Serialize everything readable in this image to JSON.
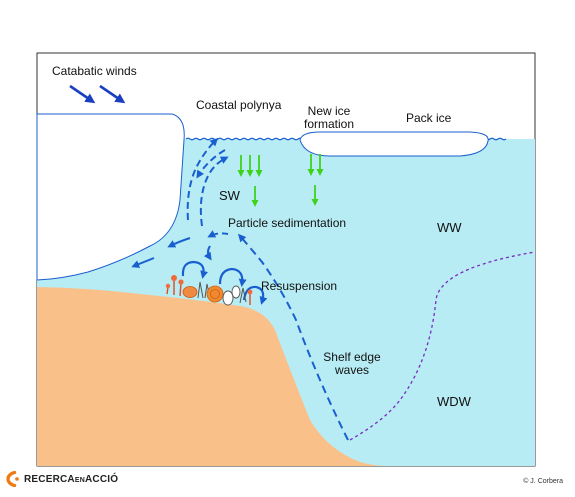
{
  "labels": {
    "catabatic_winds": "Catabatic winds",
    "coastal_polynya": "Coastal polynya",
    "new_ice_line1": "New ice",
    "new_ice_line2": "formation",
    "pack_ice": "Pack ice",
    "sw": "SW",
    "particle_sedimentation": "Particle sedimentation",
    "ww": "WW",
    "resuspension": "Resuspension",
    "shelf_edge_line1": "Shelf edge",
    "shelf_edge_line2": "waves",
    "wdw": "WDW"
  },
  "footer": {
    "logo_part1": "RECERCA",
    "logo_part2": "EN",
    "logo_part3": "ACCIÓ",
    "credit": "© J. Corbera"
  },
  "colors": {
    "sea": "#b7ecf4",
    "seabed": "#f9c08a",
    "ice": "#ffffff",
    "outline": "#1a5fd0",
    "flow_arrow": "#1a5fd0",
    "sediment_arrow": "#3fd11c",
    "wdw_boundary": "#7a2ac0",
    "logo_orange": "#f07a12"
  }
}
